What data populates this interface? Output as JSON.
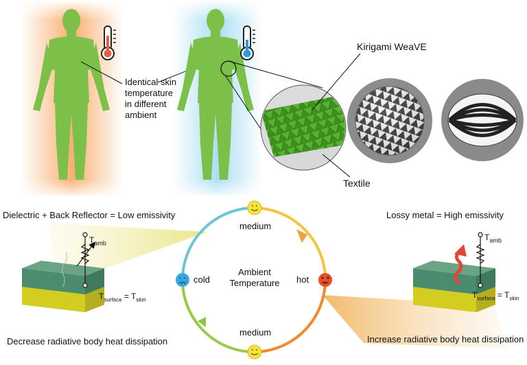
{
  "labels": {
    "identical_skin": [
      "Identical skin",
      "temperature",
      "in different",
      "ambient"
    ],
    "kirigami": "Kirigami WeaVE",
    "textile": "Textile",
    "low_emissivity": "Dielectric + Back Reflector = Low emissivity",
    "high_emissivity": "Lossy metal = High emissivity",
    "decrease": "Decrease radiative body heat dissipation",
    "increase": "Increase radiative body heat dissipation",
    "medium_top": "medium",
    "medium_bottom": "medium",
    "cold": "cold",
    "hot": "hot",
    "ambient_center": [
      "Ambient",
      "Temperature"
    ],
    "t_main": "T",
    "t_amb_sub": "amb",
    "t_surface_sub": "surface",
    "t_skin_sub": "skin",
    "equals": " = "
  },
  "colors": {
    "body_green": "#7cc04a",
    "warm_glow": "#f7a25a",
    "cool_glow": "#8ed4f0",
    "thermo_hot": "#e8603c",
    "thermo_cold": "#2a9ad8",
    "cycle_yellow": "#f2e13a",
    "cycle_orange": "#f08a2a",
    "cycle_blue": "#3aa8e0",
    "cycle_green": "#8cc63f",
    "slab_top": "#3f8f6a",
    "slab_bottom": "#c8c21f",
    "wave_red": "#e0463a"
  }
}
